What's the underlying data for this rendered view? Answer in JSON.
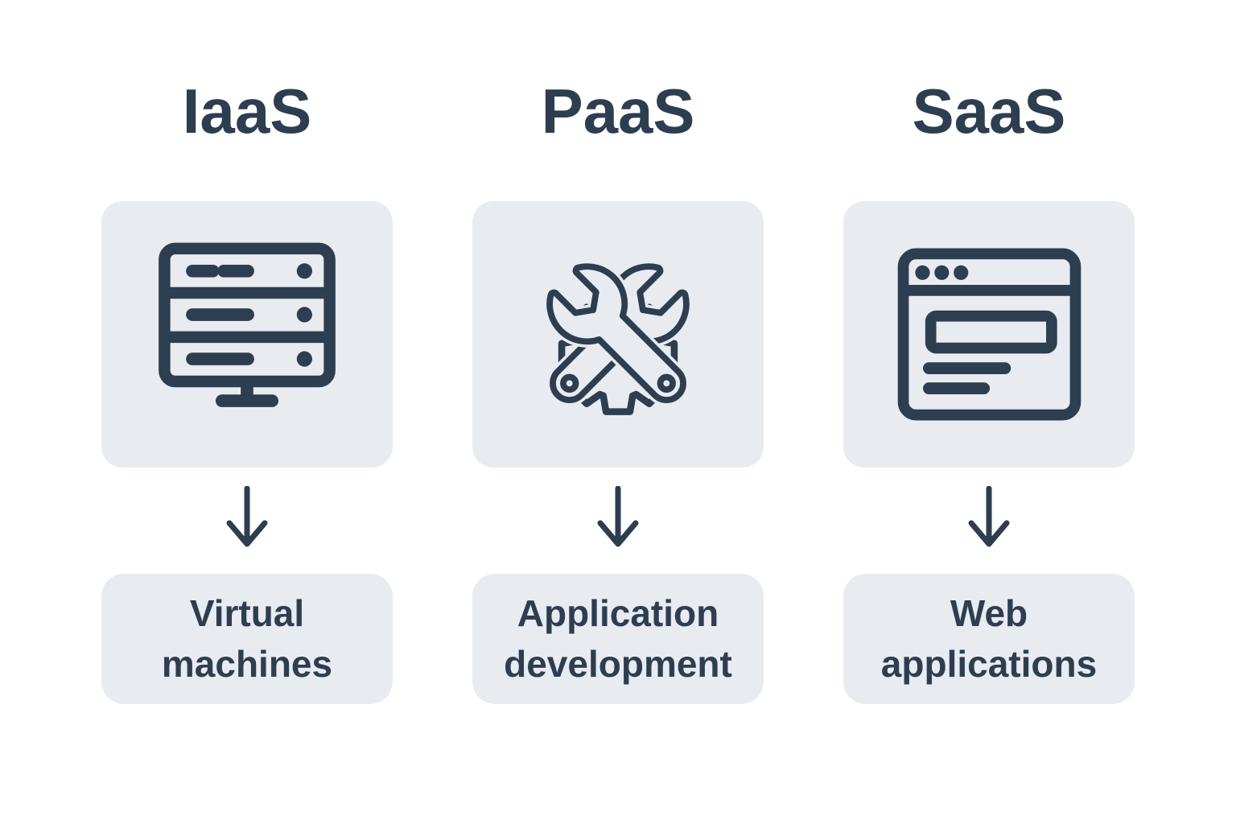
{
  "colors": {
    "background": "#ffffff",
    "card_background": "#e8ebf0",
    "ink": "#2d3e50"
  },
  "columns": [
    {
      "title": "IaaS",
      "icon": "server-rack-icon",
      "result": "Virtual machines"
    },
    {
      "title": "PaaS",
      "icon": "crossed-wrenches-gear-icon",
      "result": "Application development"
    },
    {
      "title": "SaaS",
      "icon": "browser-window-icon",
      "result": "Web applications"
    }
  ],
  "arrow": "down-arrow-icon"
}
